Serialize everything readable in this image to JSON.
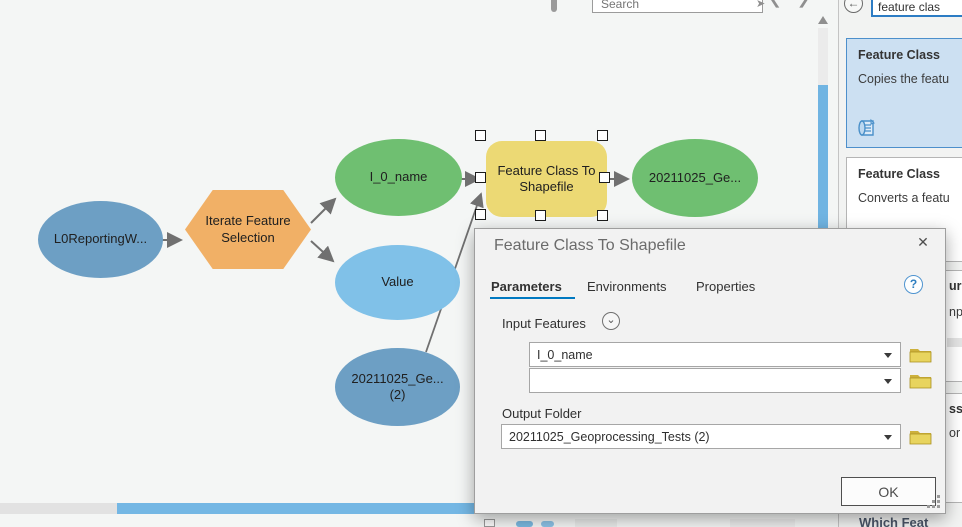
{
  "icons": {
    "close": "✕",
    "help": "?",
    "back": "←",
    "search_arrow": "➤",
    "chevron_left": "❮",
    "chevron_right": "❯",
    "chevron_down": "⌄",
    "ok_glyph": ""
  },
  "colors": {
    "accent_blue": "#0079c1",
    "node_blue": "#6d9fc4",
    "node_lightblue": "#80c1e8",
    "node_green": "#6fbf71",
    "node_orange": "#f1b066",
    "node_yellow": "#ecd974",
    "scroll_thumb": "#74b7e4",
    "panel_highlight": "#cce0f2"
  },
  "top_toolbar": {
    "search_placeholder": "Search"
  },
  "canvas": {
    "nodes": [
      {
        "id": "source",
        "label": "L0ReportingW..."
      },
      {
        "id": "iterator",
        "label": "Iterate Feature Selection"
      },
      {
        "id": "i0name",
        "label": "I_0_name"
      },
      {
        "id": "value",
        "label": "Value"
      },
      {
        "id": "geo2",
        "label": "20211025_Ge... (2)"
      },
      {
        "id": "tool",
        "label": "Feature Class To Shapefile"
      },
      {
        "id": "output",
        "label": "20211025_Ge..."
      }
    ]
  },
  "dialog": {
    "title": "Feature Class To Shapefile",
    "tabs": [
      "Parameters",
      "Environments",
      "Properties"
    ],
    "active_tab": "Parameters",
    "input_features_label": "Input Features",
    "input_rows": [
      {
        "value": "I_0_name"
      },
      {
        "value": ""
      }
    ],
    "output_folder_label": "Output Folder",
    "output_folder_value": "20211025_Geoprocessing_Tests (2)",
    "ok_label": "OK"
  },
  "right_panel": {
    "search_value": "feature clas",
    "cards": [
      {
        "title": "Feature Class",
        "body": "Copies the featu"
      },
      {
        "title": "Feature Class",
        "body": "Converts a featu"
      }
    ],
    "partials": {
      "card3_title": "ure",
      "card3_body": "np",
      "card4_title": "ss",
      "card4_body": "or",
      "bottom": "Which Feat"
    }
  }
}
